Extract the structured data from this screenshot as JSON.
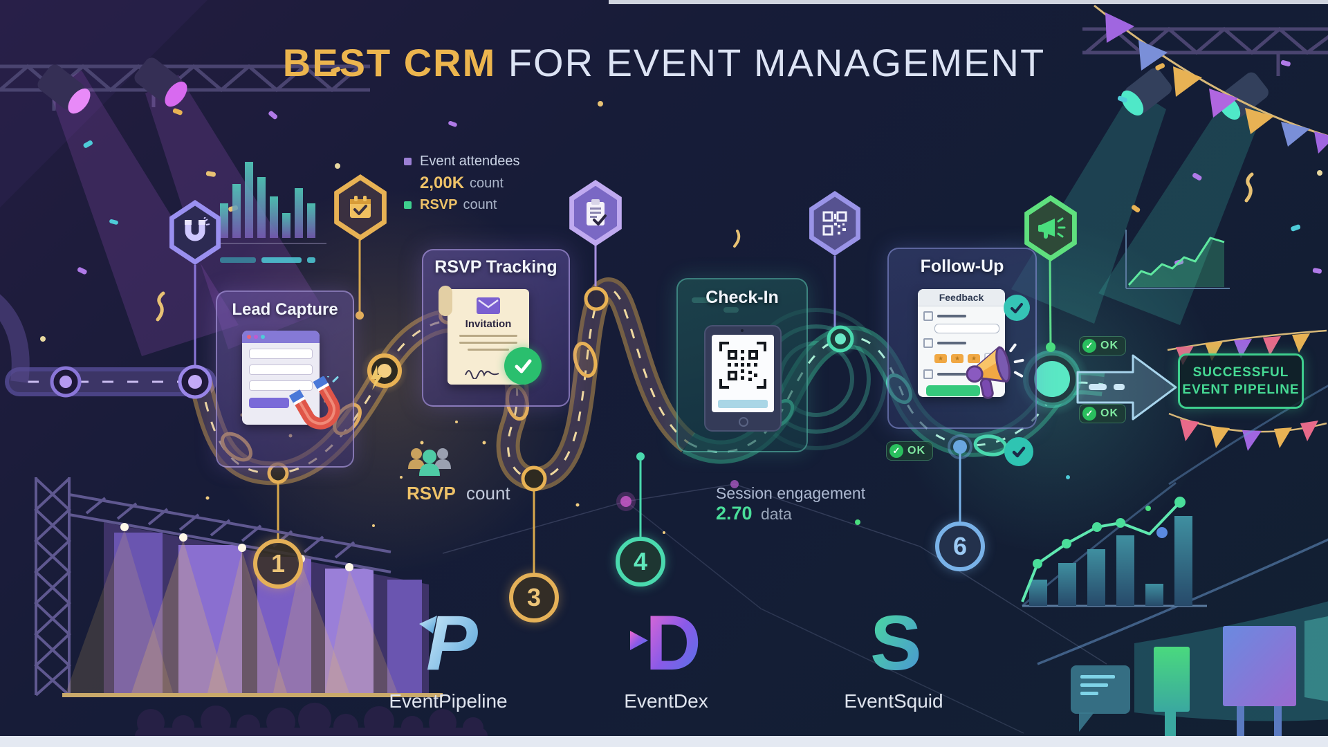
{
  "title": {
    "highlight": "BEST CRM",
    "rest": " FOR EVENT MANAGEMENT"
  },
  "legend": {
    "attendees_label": "Event attendees",
    "attendees_value": "2,00K",
    "attendees_unit": "count",
    "rsvp_label": "RSVP",
    "rsvp_unit": "count"
  },
  "pipeline": {
    "steps": [
      {
        "title": "Lead Capture",
        "badge": "1"
      },
      {
        "title": "RSVP Tracking",
        "badge": "3",
        "doc_title": "Invitation"
      },
      {
        "title": "Check-In",
        "badge": "4"
      },
      {
        "title": "Follow-Up",
        "badge": "6",
        "form_title": "Feedback"
      }
    ],
    "ok_label": "OK",
    "result_line1": "SUCCESSFUL",
    "result_line2": "EVENT PIPELINE"
  },
  "annotations": {
    "rsvp_value": "RSVP",
    "rsvp_unit": "count",
    "session_label": "Session engagement",
    "session_value": "2.70",
    "session_unit": "data"
  },
  "brands": [
    {
      "name": "EventPipeline",
      "monogram": "P"
    },
    {
      "name": "EventDex",
      "monogram": "D"
    },
    {
      "name": "EventSquid",
      "monogram": "S"
    }
  ],
  "icons": {
    "check_glyph": "✓"
  },
  "colors": {
    "gold": "#e8b254",
    "green": "#3ecf8e",
    "purple": "#9b7fd4",
    "teal": "#4ecbd8",
    "blue": "#6aa8e0",
    "background": "#161c36"
  }
}
